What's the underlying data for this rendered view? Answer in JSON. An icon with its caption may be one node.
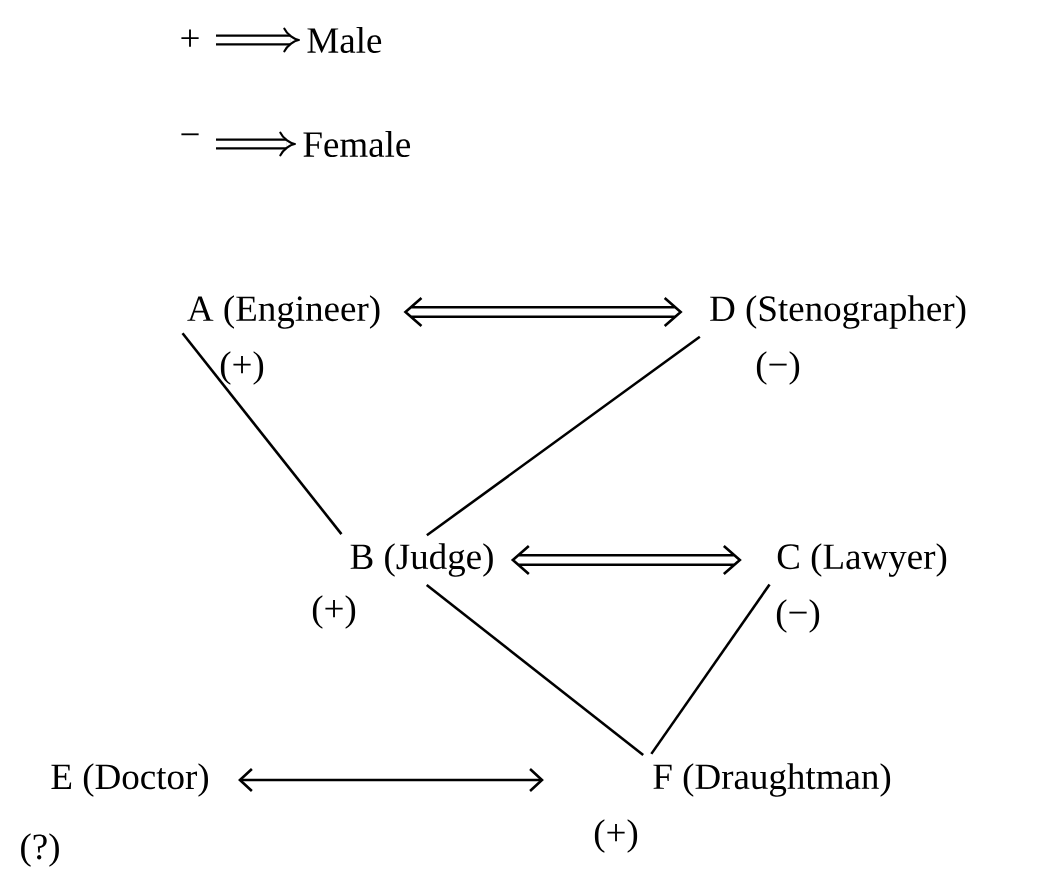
{
  "diagram": {
    "nodes": [
      {
        "text": [
          "A (Engineer)"
        ],
        "beside": [
          "(+)"
        ]
      },
      {
        "text": [
          "D (Stenographer)"
        ],
        "beside": [
          "(−)"
        ]
      },
      {
        "text": [
          "B (Judge)"
        ],
        "beside": [
          "(+)"
        ]
      },
      {
        "text": [
          "C (Lawyer)"
        ],
        "beside": [
          "(−)"
        ]
      },
      {
        "text": [
          "E (Doctor)"
        ],
        "beside": [
          "(?)"
        ]
      },
      {
        "text": [
          "F (Draughtman)"
        ],
        "beside": [
          "(+)"
        ]
      }
    ],
    "edges": [
      {
        "from": 0,
        "to": 1,
        "arrow": "both"
      },
      {
        "from": 0,
        "to": 2,
        "arrow": "none"
      },
      {
        "from": 1,
        "to": 2,
        "arrow": "none"
      },
      {
        "from": 2,
        "to": 3,
        "arrow": "both"
      },
      {
        "from": 2,
        "to": 5,
        "arrow": "none"
      },
      {
        "from": 3,
        "to": 5,
        "arrow": "none"
      },
      {
        "from": 4,
        "to": 5,
        "arrow": "both"
      }
    ],
    "labels": [
      "+",
      "Male",
      "−",
      "Female"
    ]
  }
}
